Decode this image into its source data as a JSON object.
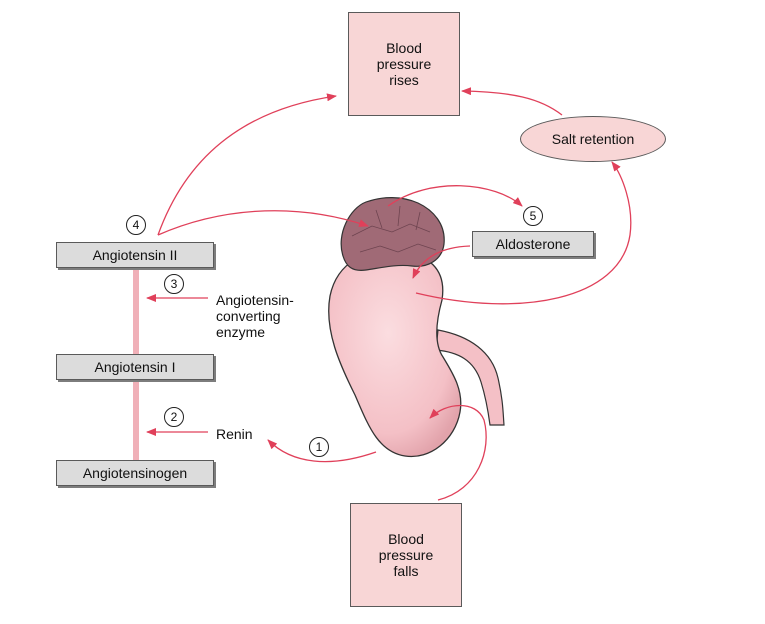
{
  "boxes": {
    "bp_rises": "Blood\npressure\nrises",
    "bp_falls": "Blood\npressure\nfalls",
    "salt": "Salt retention",
    "aldosterone": "Aldosterone",
    "ang2": "Angiotensin II",
    "ang1": "Angiotensin I",
    "angiotensinogen": "Angiotensinogen"
  },
  "labels": {
    "ace": "Angiotensin-\nconverting\nenzyme",
    "renin": "Renin"
  },
  "steps": [
    "1",
    "2",
    "3",
    "4",
    "5"
  ],
  "colors": {
    "arrow": "#e0405a",
    "box_fill": "#f8d6d6",
    "kidney": "#f6c8cc",
    "adrenal": "#a06a76",
    "bar": "#f0b0b8"
  }
}
